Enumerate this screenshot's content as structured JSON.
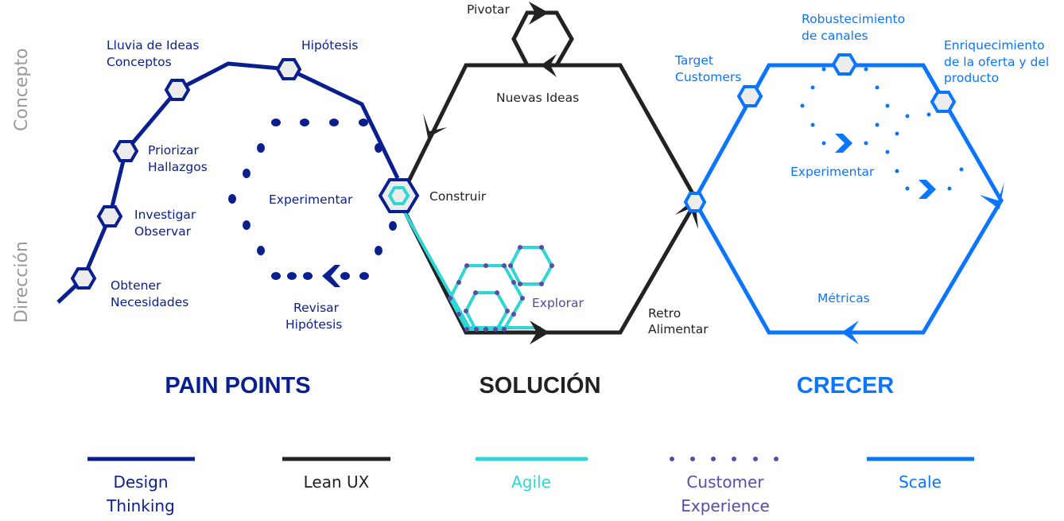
{
  "colors": {
    "design_thinking": "#0a1f8f",
    "lean_ux": "#222222",
    "agile": "#2fd6d6",
    "customer_experience": "#5b4aa8",
    "scale": "#0a75ff",
    "axis": "#9a9a9a",
    "node_fill": "#ececec"
  },
  "axis_labels": {
    "top": "Concepto",
    "bottom": "Dirección"
  },
  "pain_points": {
    "title": "PAIN POINTS",
    "nodes": [
      {
        "label_line1": "Obtener",
        "label_line2": "Necesidades"
      },
      {
        "label_line1": "Investigar",
        "label_line2": "Observar"
      },
      {
        "label_line1": "Priorizar",
        "label_line2": "Hallazgos"
      },
      {
        "label_line1": "Lluvia de Ideas",
        "label_line2": "Conceptos"
      },
      {
        "label_line1": "Hipótesis",
        "label_line2": ""
      }
    ],
    "loop_center_label": "Experimentar",
    "loop_bottom_label_line1": "Revisar",
    "loop_bottom_label_line2": "Hipótesis"
  },
  "solucion": {
    "title": "SOLUCIÓN",
    "pivot_label": "Pivotar",
    "top_label": "Nuevas Ideas",
    "build_label": "Construir",
    "explore_label": "Explorar",
    "feedback_label_line1": "Retro",
    "feedback_label_line2": "Alimentar"
  },
  "crecer": {
    "title": "CRECER",
    "target_label_line1": "Target",
    "target_label_line2": "Customers",
    "channels_label_line1": "Robustecimiento",
    "channels_label_line2": "de canales",
    "offer_label_line1": "Enriquecimiento",
    "offer_label_line2": "de la oferta y del",
    "offer_label_line3": "producto",
    "experiment_label": "Experimentar",
    "metrics_label": "Métricas"
  },
  "legend": [
    {
      "key": "design_thinking",
      "line1": "Design",
      "line2": "Thinking",
      "style": "solid"
    },
    {
      "key": "lean_ux",
      "line1": "Lean UX",
      "line2": "",
      "style": "solid"
    },
    {
      "key": "agile",
      "line1": "Agile",
      "line2": "",
      "style": "solid"
    },
    {
      "key": "customer_experience",
      "line1": "Customer",
      "line2": "Experience",
      "style": "dotted"
    },
    {
      "key": "scale",
      "line1": "Scale",
      "line2": "",
      "style": "solid"
    }
  ]
}
